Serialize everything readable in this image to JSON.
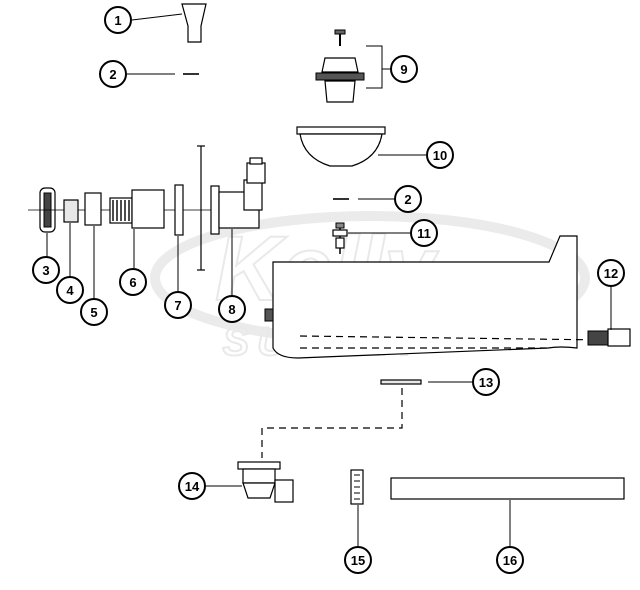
{
  "watermark": {
    "brand_top": "Kelly",
    "brand_bottom": "SUPPLY"
  },
  "callouts": [
    {
      "id": "c1",
      "label": "1"
    },
    {
      "id": "c2a",
      "label": "2"
    },
    {
      "id": "c2b",
      "label": "2"
    },
    {
      "id": "c3",
      "label": "3"
    },
    {
      "id": "c4",
      "label": "4"
    },
    {
      "id": "c5",
      "label": "5"
    },
    {
      "id": "c6",
      "label": "6"
    },
    {
      "id": "c7",
      "label": "7"
    },
    {
      "id": "c8",
      "label": "8"
    },
    {
      "id": "c9",
      "label": "9"
    },
    {
      "id": "c10",
      "label": "10"
    },
    {
      "id": "c11",
      "label": "11"
    },
    {
      "id": "c12",
      "label": "12"
    },
    {
      "id": "c13",
      "label": "13"
    },
    {
      "id": "c14",
      "label": "14"
    },
    {
      "id": "c15",
      "label": "15"
    },
    {
      "id": "c16",
      "label": "16"
    }
  ]
}
